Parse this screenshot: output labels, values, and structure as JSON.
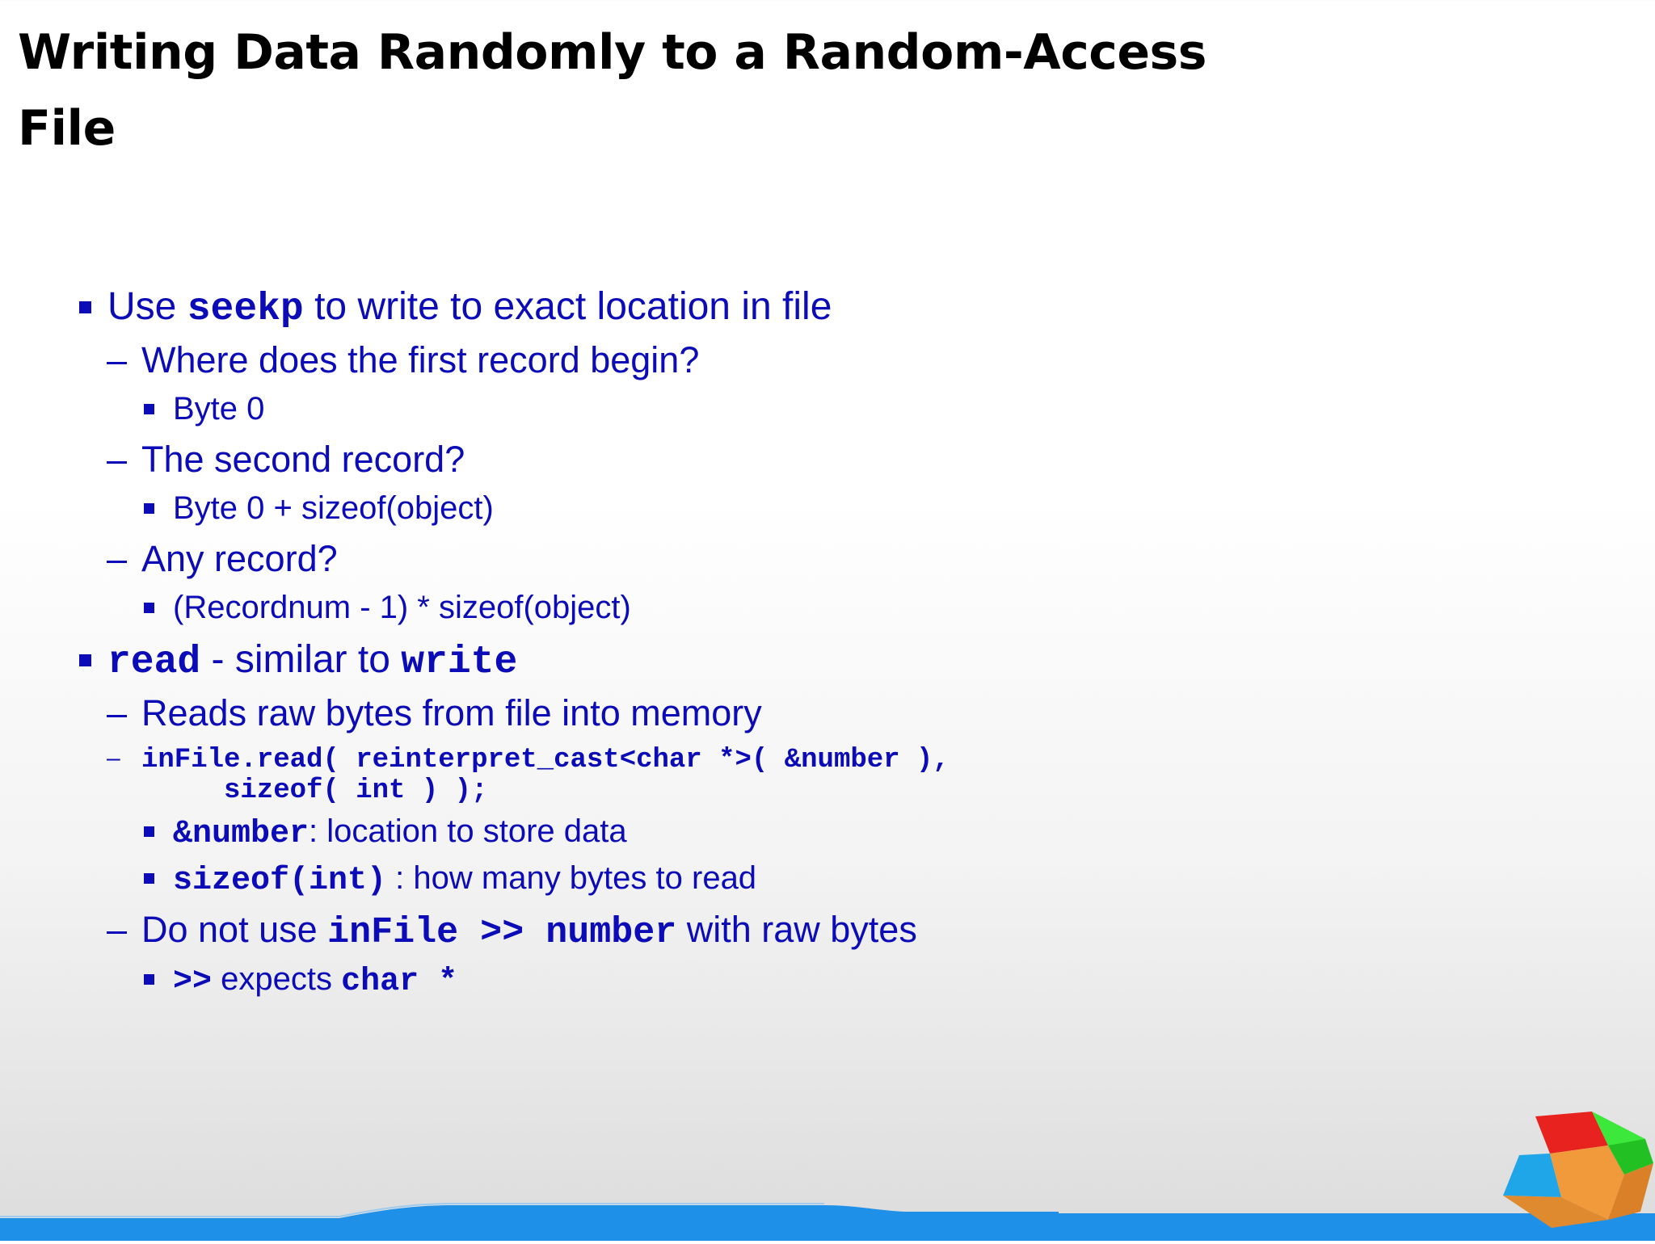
{
  "title": "Writing Data Randomly to a Random-Access File",
  "bullets": {
    "b1": {
      "pre": "Use ",
      "code": "seekp",
      "post": " to write to exact location in file"
    },
    "b1_1": "Where does the first record begin?",
    "b1_1_1": "Byte 0",
    "b1_2": "The second record?",
    "b1_2_1": "Byte 0 + sizeof(object)",
    "b1_3": "Any record?",
    "b1_3_1": "(Recordnum - 1) * sizeof(object)",
    "b2": {
      "code1": "read",
      "mid": " - similar to ",
      "code2": "write"
    },
    "b2_1": "Reads raw bytes from file into memory",
    "b2_2": {
      "code_line1": "inFile.read( reinterpret_cast<char *>( &number ),",
      "code_line2": "     sizeof( int ) );"
    },
    "b2_2_1": {
      "code": "&number",
      "text": ": location to store data"
    },
    "b2_2_2": {
      "code": "sizeof(int)",
      "text": " : how many bytes to read"
    },
    "b2_3": {
      "pre": "Do not use ",
      "code": "inFile >> number",
      "post": " with raw bytes"
    },
    "b2_3_1": {
      "code1": ">>",
      "mid": " expects ",
      "code2": "char *"
    }
  },
  "dash_glyph": "–",
  "colors": {
    "text": "#0b0bb8",
    "title": "#000000",
    "band": "#1e90e8"
  },
  "logo": "windows-cube-logo"
}
